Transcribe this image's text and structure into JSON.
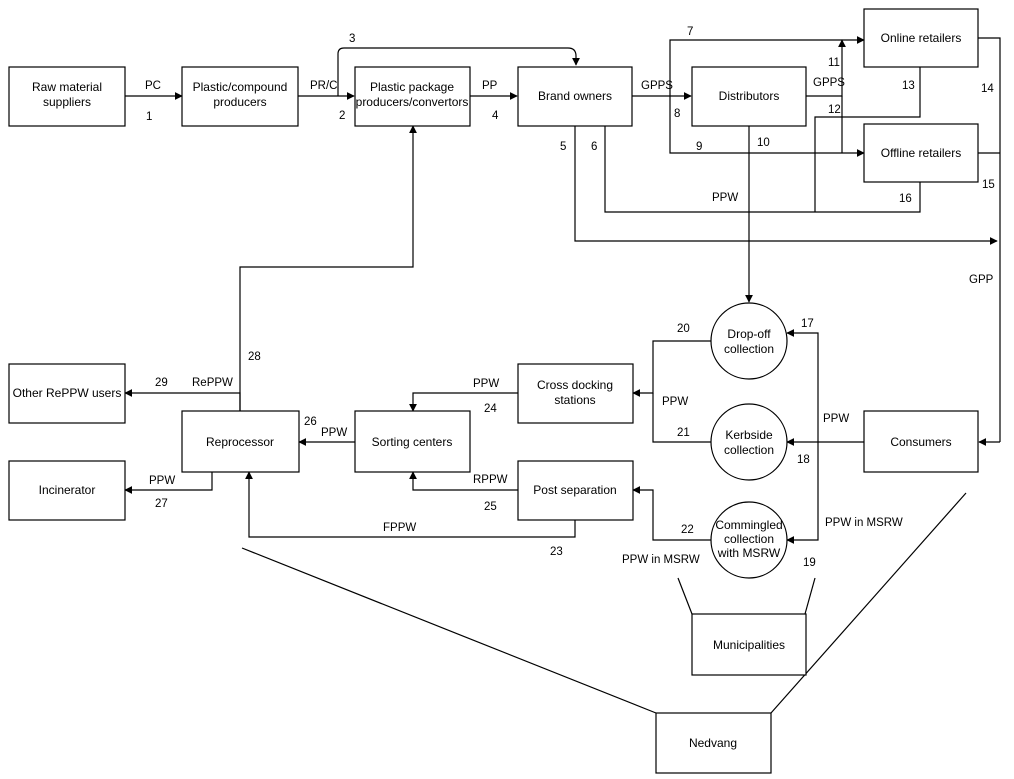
{
  "nodes": {
    "raw_material_suppliers": [
      "Raw material",
      "suppliers"
    ],
    "plastic_compound_producers": [
      "Plastic/compound",
      "producers"
    ],
    "plastic_package_producers": [
      "Plastic package",
      "producers/convertors"
    ],
    "brand_owners": [
      "Brand owners"
    ],
    "distributors": [
      "Distributors"
    ],
    "online_retailers": [
      "Online retailers"
    ],
    "offline_retailers": [
      "Offline retailers"
    ],
    "consumers": [
      "Consumers"
    ],
    "drop_off_collection": [
      "Drop-off",
      "collection"
    ],
    "kerbside_collection": [
      "Kerbside",
      "collection"
    ],
    "commingled_collection": [
      "Commingled",
      "collection",
      "with MSRW"
    ],
    "municipalities": [
      "Municipalities"
    ],
    "nedvang": [
      "Nedvang"
    ],
    "cross_docking_stations": [
      "Cross docking",
      "stations"
    ],
    "post_separation": [
      "Post separation"
    ],
    "sorting_centers": [
      "Sorting centers"
    ],
    "reprocessor": [
      "Reprocessor"
    ],
    "other_reppw_users": [
      "Other RePPW users"
    ],
    "incinerator": [
      "Incinerator"
    ]
  },
  "flow_labels": {
    "pc": "PC",
    "pr_c": "PR/C",
    "pp": "PP",
    "gpps_1": "GPPS",
    "gpps_2": "GPPS",
    "ppw_main": "PPW",
    "gpp": "GPP",
    "ppw_consumers": "PPW",
    "ppw_in_msrw_right": "PPW in MSRW",
    "ppw_in_msrw_left": "PPW in MSRW",
    "ppw_dropoff": "PPW",
    "ppw_cross": "PPW",
    "rppw": "RPPW",
    "fppw": "FPPW",
    "ppw_sort": "PPW",
    "reppw": "RePPW",
    "ppw_incin": "PPW"
  },
  "flow_numbers": {
    "n1": "1",
    "n2": "2",
    "n3": "3",
    "n4": "4",
    "n5": "5",
    "n6": "6",
    "n7": "7",
    "n8": "8",
    "n9": "9",
    "n10": "10",
    "n11": "11",
    "n12": "12",
    "n13": "13",
    "n14": "14",
    "n15": "15",
    "n16": "16",
    "n17": "17",
    "n18": "18",
    "n19": "19",
    "n20": "20",
    "n21": "21",
    "n22": "22",
    "n23": "23",
    "n24": "24",
    "n25": "25",
    "n26": "26",
    "n27": "27",
    "n28": "28",
    "n29": "29"
  }
}
